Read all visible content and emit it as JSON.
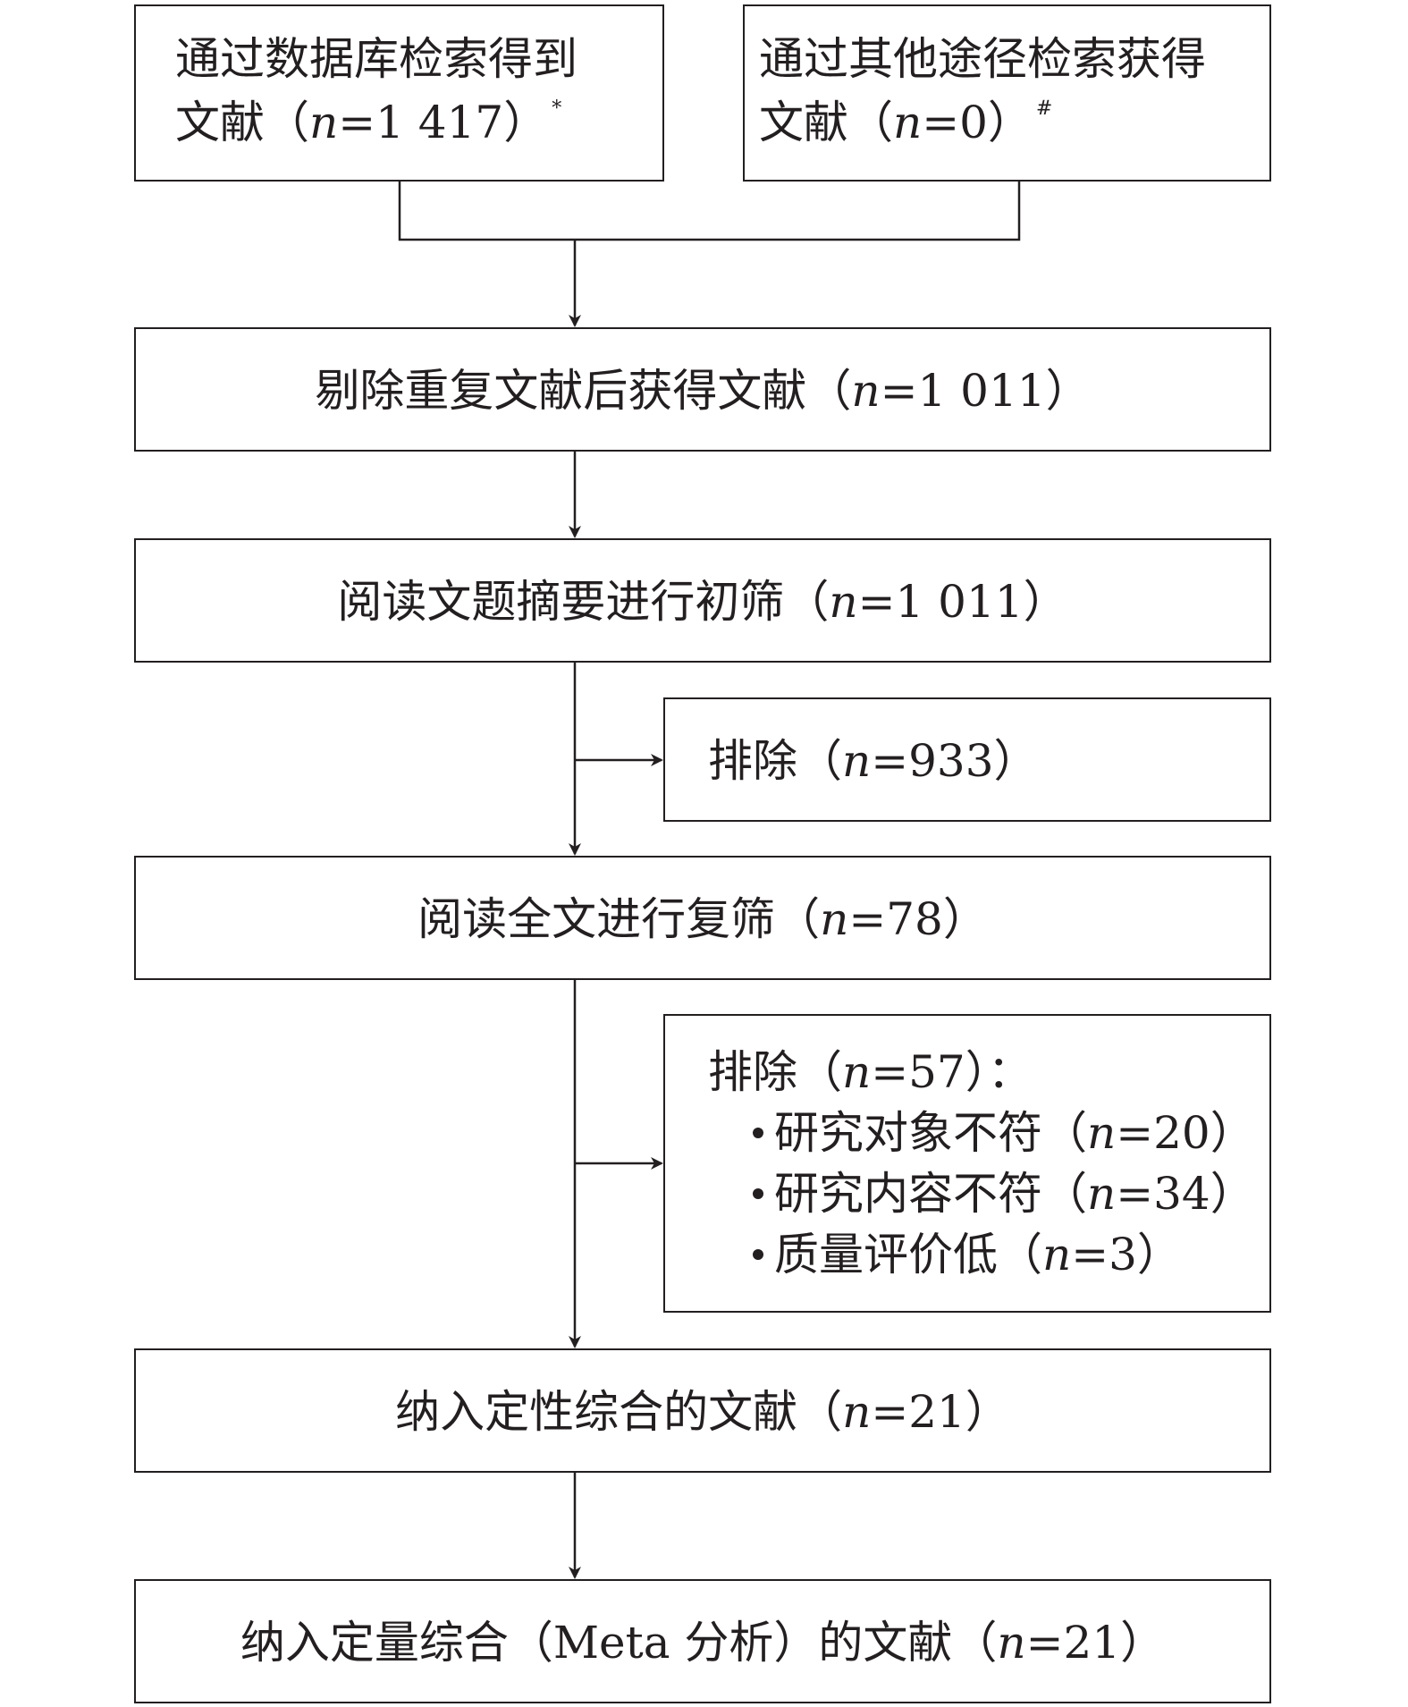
{
  "boxes": {
    "database": {
      "line1": "通过数据库检索得到",
      "line2_pre": "文献（",
      "n": "n",
      "line2_post": "=1 417）",
      "mark": "*"
    },
    "other": {
      "line1": "通过其他途径检索获得",
      "line2_pre": "文献（",
      "n": "n",
      "line2_post": "=0）",
      "mark": "#"
    },
    "dedup": {
      "pre": "剔除重复文献后获得文献（",
      "n": "n",
      "post": "=1 011）"
    },
    "screen": {
      "pre": "阅读文题摘要进行初筛（",
      "n": "n",
      "post": "=1 011）"
    },
    "exclude1": {
      "pre": "排除（",
      "n": "n",
      "post": "=933）"
    },
    "fulltext": {
      "pre": "阅读全文进行复筛（",
      "n": "n",
      "post": "=78）"
    },
    "exclude2": {
      "pre": "排除（",
      "n": "n",
      "post": "=57）：",
      "items": [
        {
          "pre": "研究对象不符（",
          "n": "n",
          "post": "=20）"
        },
        {
          "pre": "研究内容不符（",
          "n": "n",
          "post": "=34）"
        },
        {
          "pre": "质量评价低（",
          "n": "n",
          "post": "=3）"
        }
      ]
    },
    "qualitative": {
      "pre": "纳入定性综合的文献（",
      "n": "n",
      "post": "=21）"
    },
    "quantitative": {
      "pre": "纳入定量综合（Meta 分析）的文献（",
      "n": "n",
      "post": "=21）"
    }
  }
}
